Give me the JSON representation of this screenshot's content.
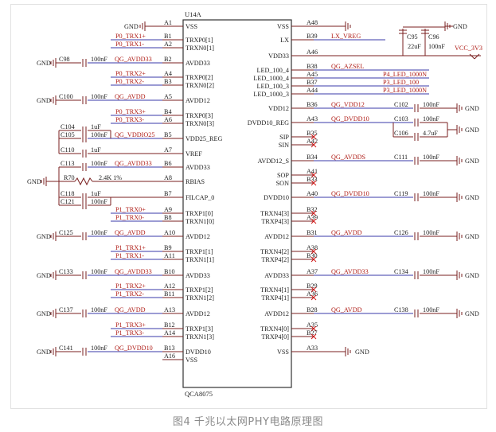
{
  "chip": {
    "ref": "U14A",
    "part": "QCA8075"
  },
  "caption": "图4 千兆以太网PHY电路原理图",
  "gnd_label": "GND",
  "left_pins": [
    {
      "num": "A1",
      "name": "VSS",
      "net": "GND"
    },
    {
      "num": "B1",
      "name": "TRXP0[1]",
      "net": "P0_TRX1+"
    },
    {
      "num": "A2",
      "name": "TRXN0[1]",
      "net": "P0_TRX1-"
    },
    {
      "num": "B2",
      "name": "AVDD33",
      "net": "QG_AVDD33",
      "cap": "C98",
      "val": "100nF"
    },
    {
      "num": "A4",
      "name": "TRXP0[2]",
      "net": "P0_TRX2+"
    },
    {
      "num": "B3",
      "name": "TRXN0[2]",
      "net": "P0_TRX2-"
    },
    {
      "num": "A5",
      "name": "AVDD12",
      "net": "QG_AVDD",
      "cap": "C100",
      "val": "100nF"
    },
    {
      "num": "B4",
      "name": "TRXP0[3]",
      "net": "P0_TRX3+"
    },
    {
      "num": "A6",
      "name": "TRXN0[3]",
      "net": "P0_TRX3-"
    },
    {
      "num": "B5",
      "name": "VDD25_REG",
      "net": "QG_VDDIO25",
      "cap": "C104",
      "val": "1uF",
      "cap2": "C105",
      "val2": "100nF"
    },
    {
      "num": "A7",
      "name": "VREF",
      "cap": "C110",
      "val": "1uF"
    },
    {
      "num": "B6",
      "name": "AVDD33",
      "net": "QG_AVDD33",
      "cap": "C113",
      "val": "100nF"
    },
    {
      "num": "A8",
      "name": "RBIAS",
      "res": "R70",
      "val": "2.4K 1%"
    },
    {
      "num": "B7",
      "name": "FILCAP_0",
      "cap": "C118",
      "val": "1uF",
      "cap2": "C121",
      "val2": "100nF"
    },
    {
      "num": "A9",
      "name": "TRXP1[0]",
      "net": "P1_TRX0+"
    },
    {
      "num": "B8",
      "name": "TRXN1[0]",
      "net": "P1_TRX0-"
    },
    {
      "num": "A10",
      "name": "AVDD12",
      "net": "QG_AVDD",
      "cap": "C125",
      "val": "100nF"
    },
    {
      "num": "B9",
      "name": "TRXP1[1]",
      "net": "P1_TRX1+"
    },
    {
      "num": "A11",
      "name": "TRXN1[1]",
      "net": "P1_TRX1-"
    },
    {
      "num": "B10",
      "name": "AVDD33",
      "net": "QG_AVDD33",
      "cap": "C133",
      "val": "100nF"
    },
    {
      "num": "A12",
      "name": "TRXP1[2]",
      "net": "P1_TRX2+"
    },
    {
      "num": "B11",
      "name": "TRXN1[2]",
      "net": "P1_TRX2-"
    },
    {
      "num": "A13",
      "name": "AVDD12",
      "net": "QG_AVDD",
      "cap": "C137",
      "val": "100nF"
    },
    {
      "num": "B12",
      "name": "TRXP1[3]",
      "net": "P1_TRX3+"
    },
    {
      "num": "A14",
      "name": "TRXN1[3]",
      "net": "P1_TRX3-"
    },
    {
      "num": "B13",
      "name": "DVDD10",
      "net": "QG_DVDD10",
      "cap": "C141",
      "val": "100nF"
    },
    {
      "num": "A16",
      "name": "VSS"
    }
  ],
  "right_pins": [
    {
      "num": "A48",
      "name": "VSS",
      "net": "GND"
    },
    {
      "num": "B39",
      "name": "LX",
      "net": "LX_VREG"
    },
    {
      "num": "A46",
      "name": "VDD33",
      "net": "VCC_3V3",
      "cap": "C95",
      "val": "22uF",
      "cap2": "C96",
      "val2": "100nF"
    },
    {
      "num": "B38",
      "name": "LED_100_4",
      "net": "QG_AZSEL"
    },
    {
      "num": "A45",
      "name": "LED_1000_4",
      "net": "P4_LED_1000N"
    },
    {
      "num": "B37",
      "name": "LED_100_3",
      "net": "P3_LED_100"
    },
    {
      "num": "A44",
      "name": "LED_1000_3",
      "net": "P3_LED_1000N"
    },
    {
      "num": "B36",
      "name": "VDD12",
      "net": "QG_VDD12",
      "cap": "C102",
      "val": "100nF"
    },
    {
      "num": "A43",
      "name": "DVDD10_REG",
      "net": "QG_DVDD10",
      "cap": "C103",
      "val": "100nF",
      "cap2": "C106",
      "val2": "4.7uF"
    },
    {
      "num": "B35",
      "name": "SIP",
      "nc": true
    },
    {
      "num": "A42",
      "name": "SIN",
      "nc": true
    },
    {
      "num": "B34",
      "name": "AVDD12_S",
      "net": "QG_AVDDS",
      "cap": "C111",
      "val": "100nF"
    },
    {
      "num": "A41",
      "name": "SOP",
      "nc": true
    },
    {
      "num": "B33",
      "name": "SON",
      "nc": true
    },
    {
      "num": "A40",
      "name": "DVDD10",
      "net": "QG_DVDD10",
      "cap": "C119",
      "val": "100nF"
    },
    {
      "num": "B32",
      "name": "TRXN4[3]",
      "nc": true
    },
    {
      "num": "A39",
      "name": "TRXP4[3]",
      "nc": true
    },
    {
      "num": "B31",
      "name": "AVDD12",
      "net": "QG_AVDD",
      "cap": "C126",
      "val": "100nF"
    },
    {
      "num": "A38",
      "name": "TRXN4[2]",
      "nc": true
    },
    {
      "num": "B30",
      "name": "TRXP4[2]",
      "nc": true
    },
    {
      "num": "A37",
      "name": "AVDD33",
      "net": "QG_AVDD33",
      "cap": "C134",
      "val": "100nF"
    },
    {
      "num": "B29",
      "name": "TRXN4[1]",
      "nc": true
    },
    {
      "num": "A36",
      "name": "TRXP4[1]",
      "nc": true
    },
    {
      "num": "B28",
      "name": "AVDD12",
      "net": "QG_AVDD",
      "cap": "C138",
      "val": "100nF"
    },
    {
      "num": "A35",
      "name": "TRXN4[0]",
      "nc": true
    },
    {
      "num": "B27",
      "name": "TRXP4[0]",
      "nc": true
    },
    {
      "num": "A33",
      "name": "VSS",
      "net": "GND"
    }
  ]
}
